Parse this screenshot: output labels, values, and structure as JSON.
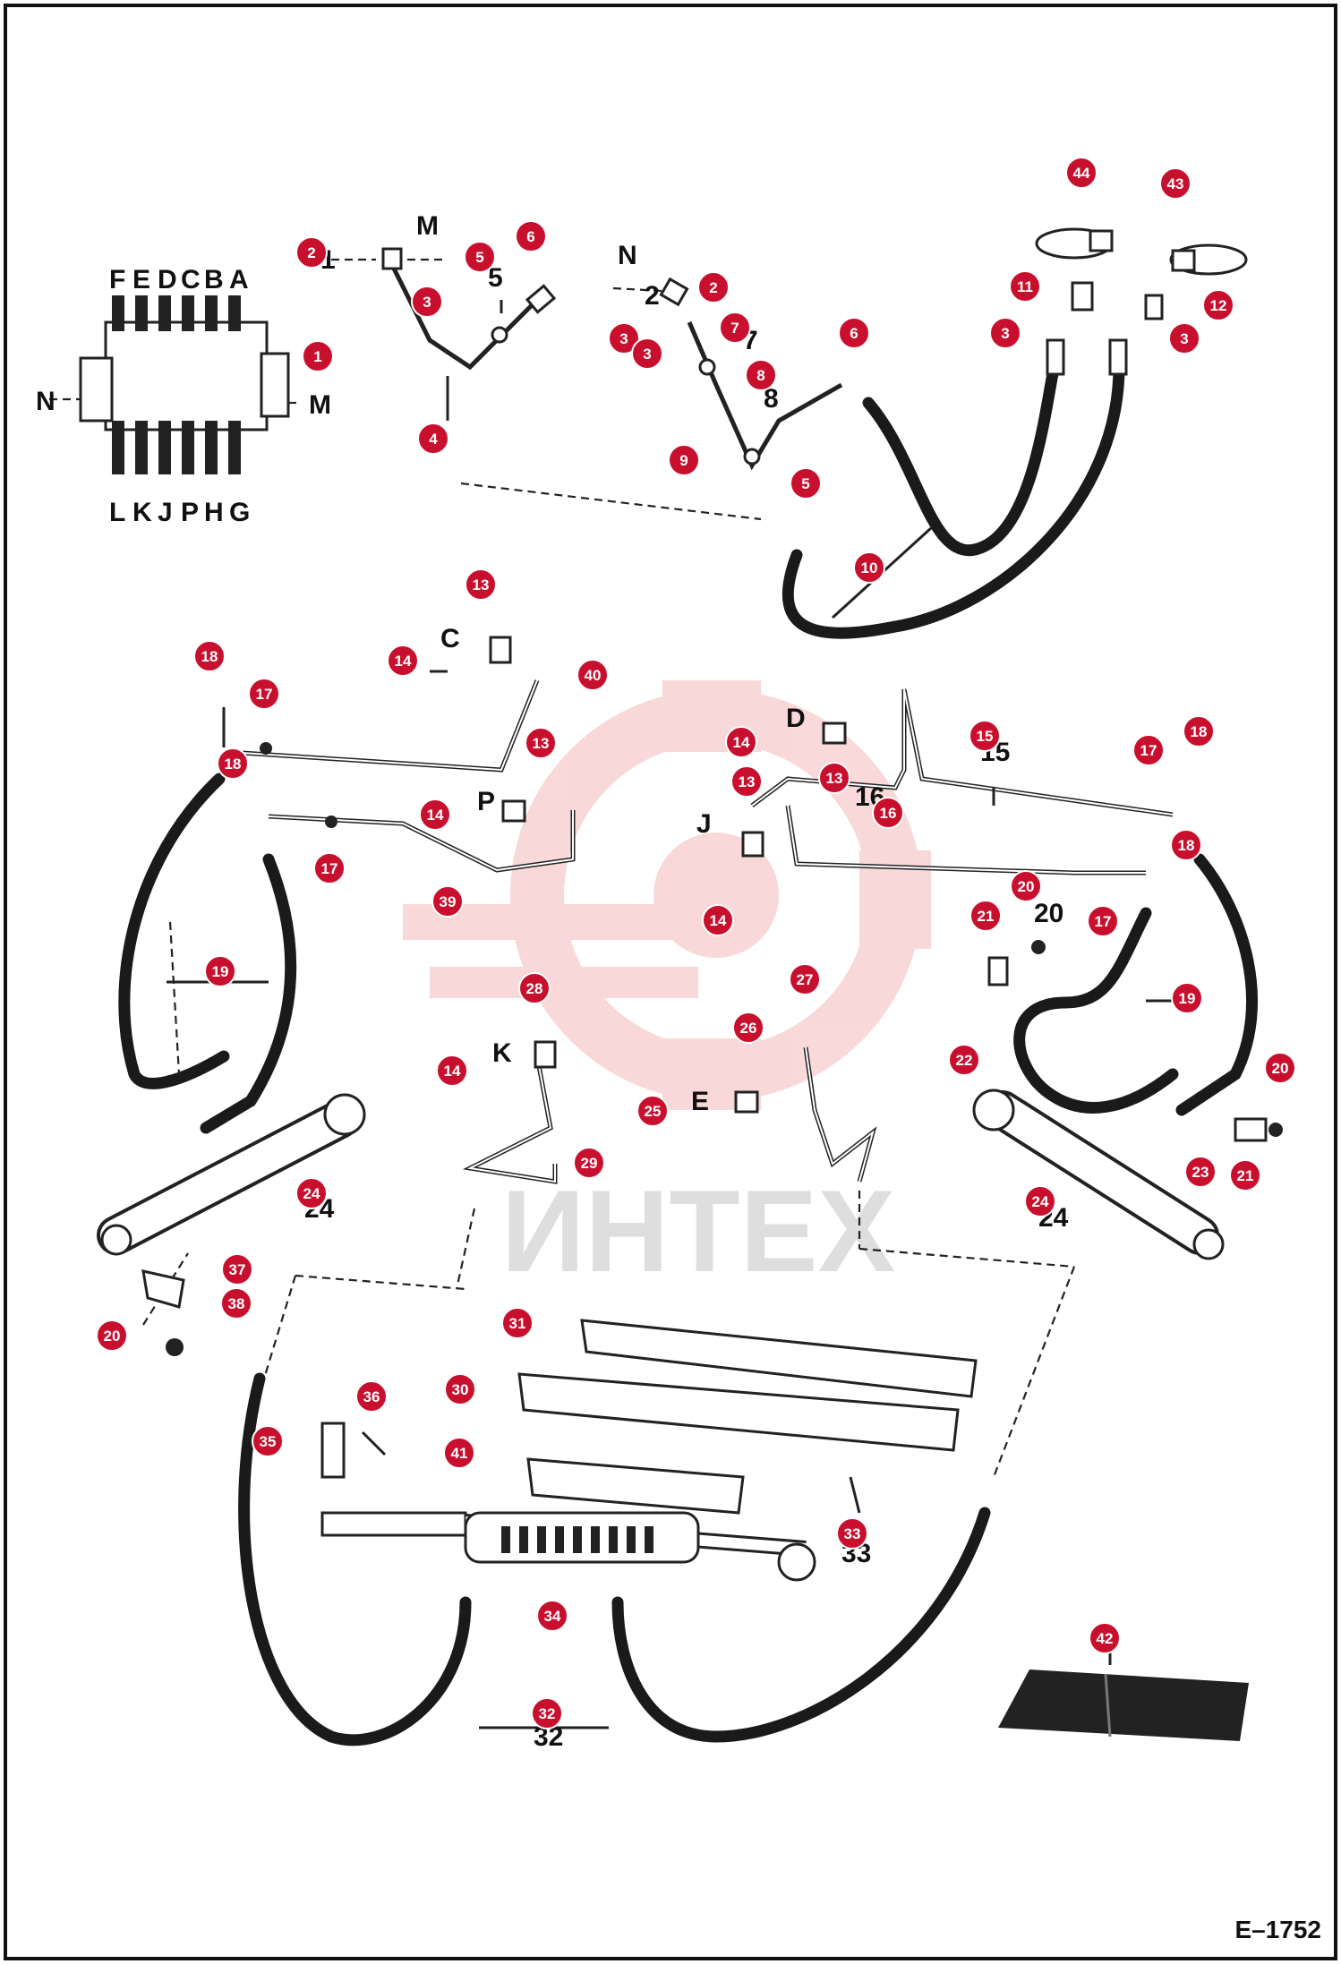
{
  "diagram": {
    "watermark": "ИНТЕХ",
    "drawing_number": "E–1752",
    "port_letters": [
      {
        "id": "F",
        "text": "F"
      },
      {
        "id": "E",
        "text": "E"
      },
      {
        "id": "D",
        "text": "D"
      },
      {
        "id": "C",
        "text": "C"
      },
      {
        "id": "B",
        "text": "B"
      },
      {
        "id": "A",
        "text": "A"
      },
      {
        "id": "L",
        "text": "L"
      },
      {
        "id": "K",
        "text": "K"
      },
      {
        "id": "J",
        "text": "J"
      },
      {
        "id": "P",
        "text": "P"
      },
      {
        "id": "H",
        "text": "H"
      },
      {
        "id": "G",
        "text": "G"
      },
      {
        "id": "N-valve",
        "text": "N"
      },
      {
        "id": "M-valve",
        "text": "M"
      },
      {
        "id": "M-top",
        "text": "M"
      },
      {
        "id": "N-top",
        "text": "N"
      },
      {
        "id": "C-line",
        "text": "C"
      },
      {
        "id": "P-line",
        "text": "P"
      },
      {
        "id": "D-line",
        "text": "D"
      },
      {
        "id": "J-line",
        "text": "J"
      },
      {
        "id": "K-line",
        "text": "K"
      },
      {
        "id": "E-line",
        "text": "E"
      }
    ],
    "callouts": [
      "1",
      "2",
      "3",
      "5",
      "6",
      "4",
      "2",
      "3",
      "3",
      "7",
      "8",
      "6",
      "9",
      "5",
      "10",
      "44",
      "43",
      "11",
      "12",
      "3",
      "3",
      "13",
      "14",
      "40",
      "18",
      "17",
      "18",
      "13",
      "14",
      "39",
      "17",
      "14",
      "13",
      "13",
      "14",
      "16",
      "15",
      "17",
      "18",
      "18",
      "20",
      "21",
      "17",
      "19",
      "19",
      "28",
      "14",
      "27",
      "26",
      "25",
      "22",
      "20",
      "24",
      "29",
      "24",
      "23",
      "21",
      "37",
      "38",
      "20",
      "31",
      "30",
      "36",
      "35",
      "41",
      "33",
      "34",
      "32",
      "42"
    ]
  }
}
